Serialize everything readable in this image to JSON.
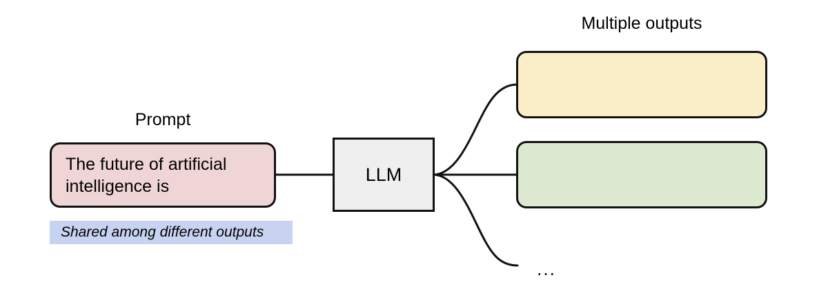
{
  "diagram": {
    "title": "LLM multiple outputs from a shared prompt",
    "background": "#ffffff",
    "stroke_color": "#111111"
  },
  "prompt": {
    "label": "Prompt",
    "text": "The future of artificial intelligence is",
    "fill": "#f0d5d6"
  },
  "shared_note": {
    "text": "Shared among different outputs",
    "fill": "#c7d3f0"
  },
  "model": {
    "label": "LLM",
    "fill": "#efefef"
  },
  "outputs": {
    "label": "Multiple outputs",
    "ellipsis": "...",
    "items": [
      {
        "text": "",
        "fill": "#faeec8"
      },
      {
        "text": "",
        "fill": "#dde8d0"
      }
    ]
  }
}
